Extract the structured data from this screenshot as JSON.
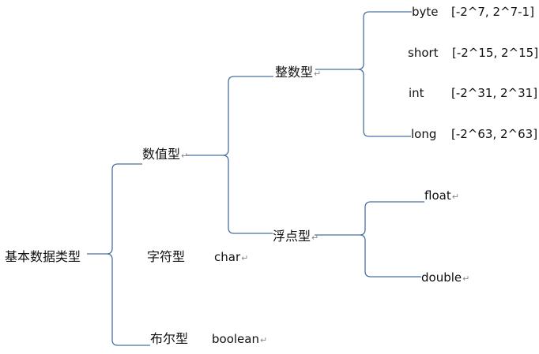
{
  "colors": {
    "connector": "#4a6fa1",
    "text": "#111111",
    "paragraph_mark": "#888888"
  },
  "paragraph_mark": "↵",
  "nodes": {
    "root": "基本数据类型",
    "numeric": "数值型",
    "integer": "整数型",
    "float_group": "浮点型",
    "char_group": "字符型",
    "bool_group": "布尔型"
  },
  "types": {
    "byte": {
      "name": "byte",
      "range": "[-2^7, 2^7-1]"
    },
    "short": {
      "name": "short",
      "range": "[-2^15, 2^15]"
    },
    "int": {
      "name": "int",
      "range": "[-2^31, 2^31]"
    },
    "long": {
      "name": "long",
      "range": "[-2^63, 2^63]"
    },
    "float": {
      "name": "float"
    },
    "double": {
      "name": "double"
    },
    "char": {
      "name": "char"
    },
    "boolean": {
      "name": "boolean"
    }
  }
}
